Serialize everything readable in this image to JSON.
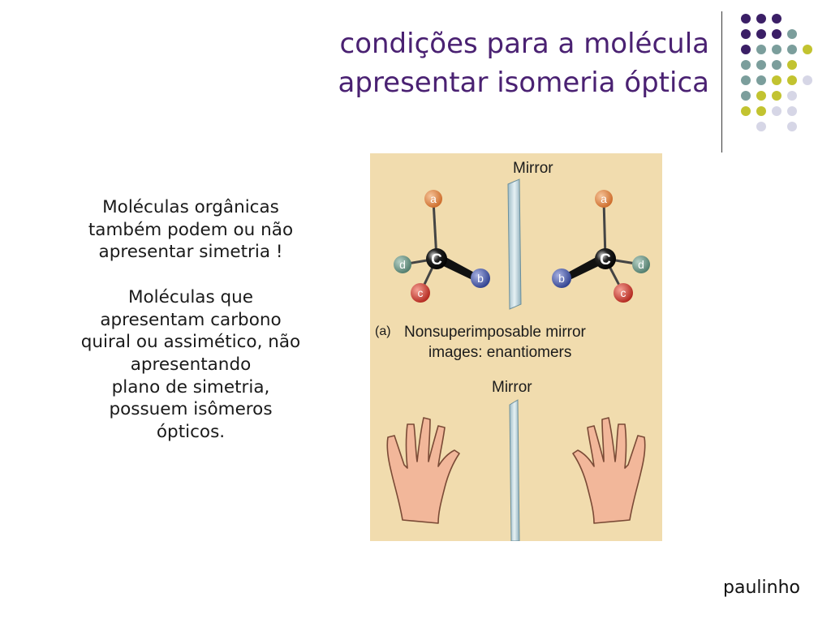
{
  "slide": {
    "title_lines": [
      "condições para a molécula",
      "apresentar isomeria óptica"
    ],
    "paragraphs": [
      [
        "Moléculas orgânicas",
        "também podem ou não",
        "apresentar simetria !"
      ],
      [
        "Moléculas que",
        "apresentam carbono",
        "quiral ou assimético, não",
        "apresentando",
        "plano de simetria,",
        "possuem isômeros",
        "ópticos."
      ]
    ],
    "footer": "paulinho"
  },
  "figure": {
    "mirror_label_top": "Mirror",
    "mirror_label_bottom": "Mirror",
    "part_label": "(a)",
    "caption_line1": "Nonsuperimposable mirror",
    "caption_line2": "images: enantiomers",
    "atoms": {
      "center": "C",
      "a": "a",
      "b": "b",
      "c": "c",
      "d": "d"
    }
  },
  "theme": {
    "title_color": "#4a2172",
    "dot_colors": {
      "purple": "#3b1f66",
      "teal": "#7b9e9c",
      "olive": "#c2c330",
      "lavender": "#d6d6e6"
    }
  }
}
